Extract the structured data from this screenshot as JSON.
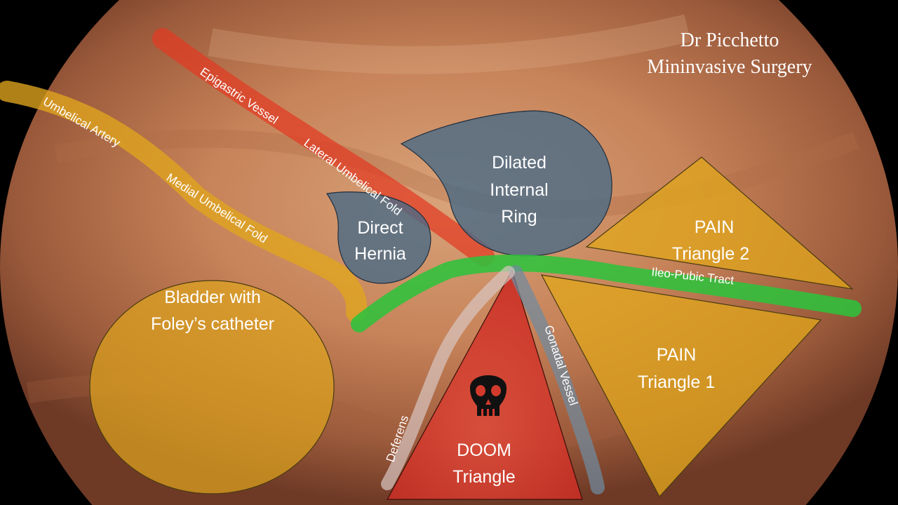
{
  "watermark": {
    "line1": "Dr Picchetto",
    "line2": "Mininvasive Surgery"
  },
  "regions": {
    "bladder": {
      "line1": "Bladder with",
      "line2": "Foley’s catheter"
    },
    "direct_hernia": {
      "line1": "Direct",
      "line2": "Hernia"
    },
    "internal_ring": {
      "line1": "Dilated",
      "line2": "Internal",
      "line3": "Ring"
    },
    "pain_triangle_2": {
      "line1": "PAIN",
      "line2": "Triangle 2"
    },
    "pain_triangle_1": {
      "line1": "PAIN",
      "line2": "Triangle 1"
    },
    "doom_triangle": {
      "line1": "DOOM",
      "line2": "Triangle",
      "icon": "skull-icon"
    }
  },
  "structures": {
    "umbelical_artery": "Umbelical Artery",
    "medial_umbelical_fold": "Medial Umbelical Fold",
    "epigastric_vessel": "Epigastric Vessel",
    "lateral_umbelical_fold": "Lateral Umbelical Fold",
    "ileo_pubic_tract": "Ileo-Pubic Tract",
    "gonadal_vessel": "Gonadal Vessel",
    "deferens": "Deferens"
  },
  "colors": {
    "background": "#000000",
    "tissue": "#c98a5c",
    "yellow_overlay": "#e0a51e",
    "red_overlay": "#e23a22",
    "green_overlay": "#2fc23c",
    "blue_overlay": "#4a6a86",
    "doom_red": "#e0322a"
  }
}
